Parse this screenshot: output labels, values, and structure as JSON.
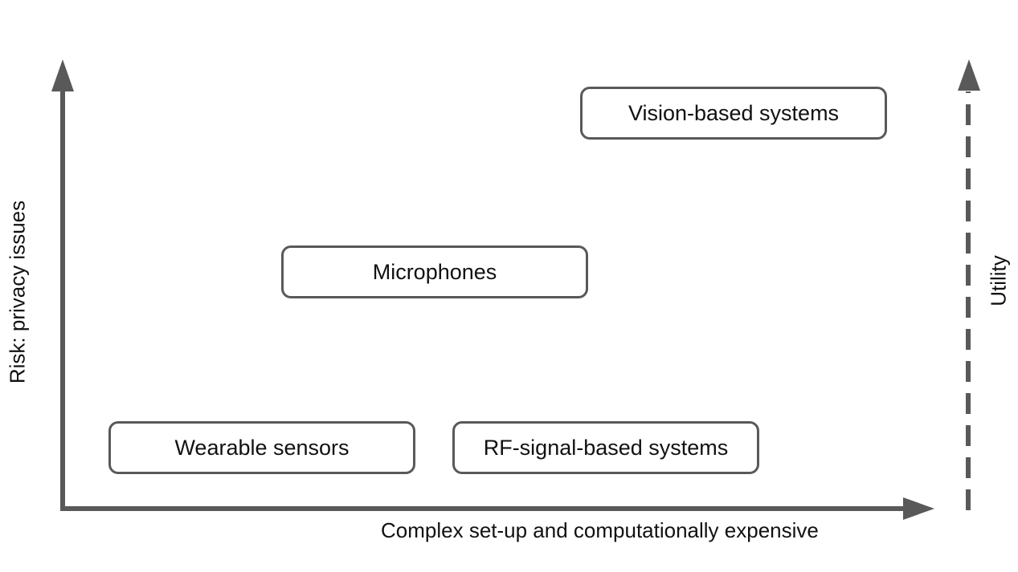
{
  "diagram": {
    "nodes": {
      "vision": "Vision-based systems",
      "microphones": "Microphones",
      "wearable": "Wearable sensors",
      "rf": "RF-signal-based systems"
    },
    "x_axis_label": "Complex set-up and computationally expensive",
    "y_axis_label": "Risk: privacy issues",
    "utility_label": "Utility"
  },
  "colors": {
    "axis": "#595959",
    "box_border": "#595959",
    "text": "#111111",
    "background": "#ffffff"
  }
}
